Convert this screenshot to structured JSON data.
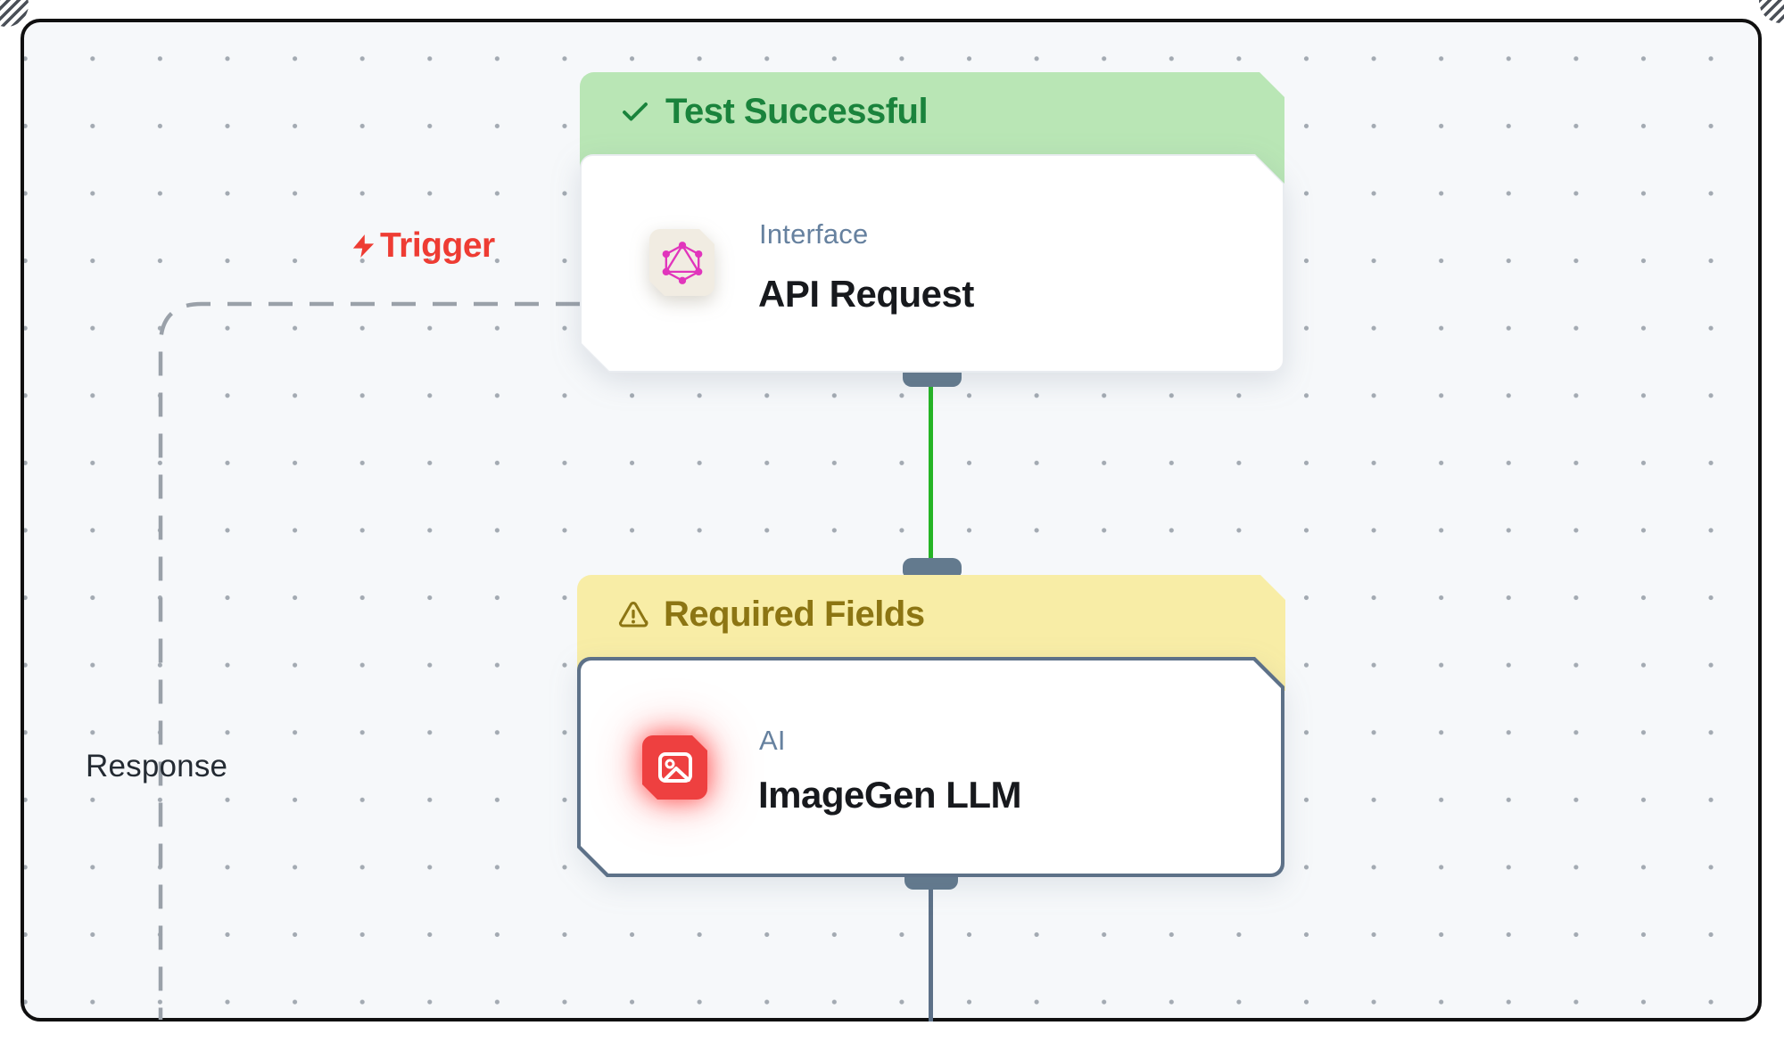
{
  "canvas": {
    "background": "#f6f8fa",
    "frame_border_color": "#101010",
    "dot_color": "#a3aab2"
  },
  "edges": {
    "trigger_label": "Trigger",
    "response_label": "Response",
    "trigger_color": "#ee3c33",
    "active_edge_color": "#25b425",
    "pending_edge_color": "#5d7188",
    "dashed_edge_color": "#9aa1a9",
    "handle_color": "#637a8e"
  },
  "nodes": [
    {
      "status": {
        "text": "Test Successful",
        "icon": "check",
        "bg": "#b9e6b5",
        "color": "#1a833c"
      },
      "category": "Interface",
      "title": "API Request",
      "icon": "graphql",
      "icon_color": "#e135bc",
      "icon_plate_bg": "#f1ece2"
    },
    {
      "status": {
        "text": "Required Fields",
        "icon": "warning",
        "bg": "#f8eda6",
        "color": "#8c7513"
      },
      "category": "AI",
      "title": "ImageGen LLM",
      "icon": "image",
      "icon_color": "#ffffff",
      "icon_plate_bg": "#ee4040"
    }
  ]
}
